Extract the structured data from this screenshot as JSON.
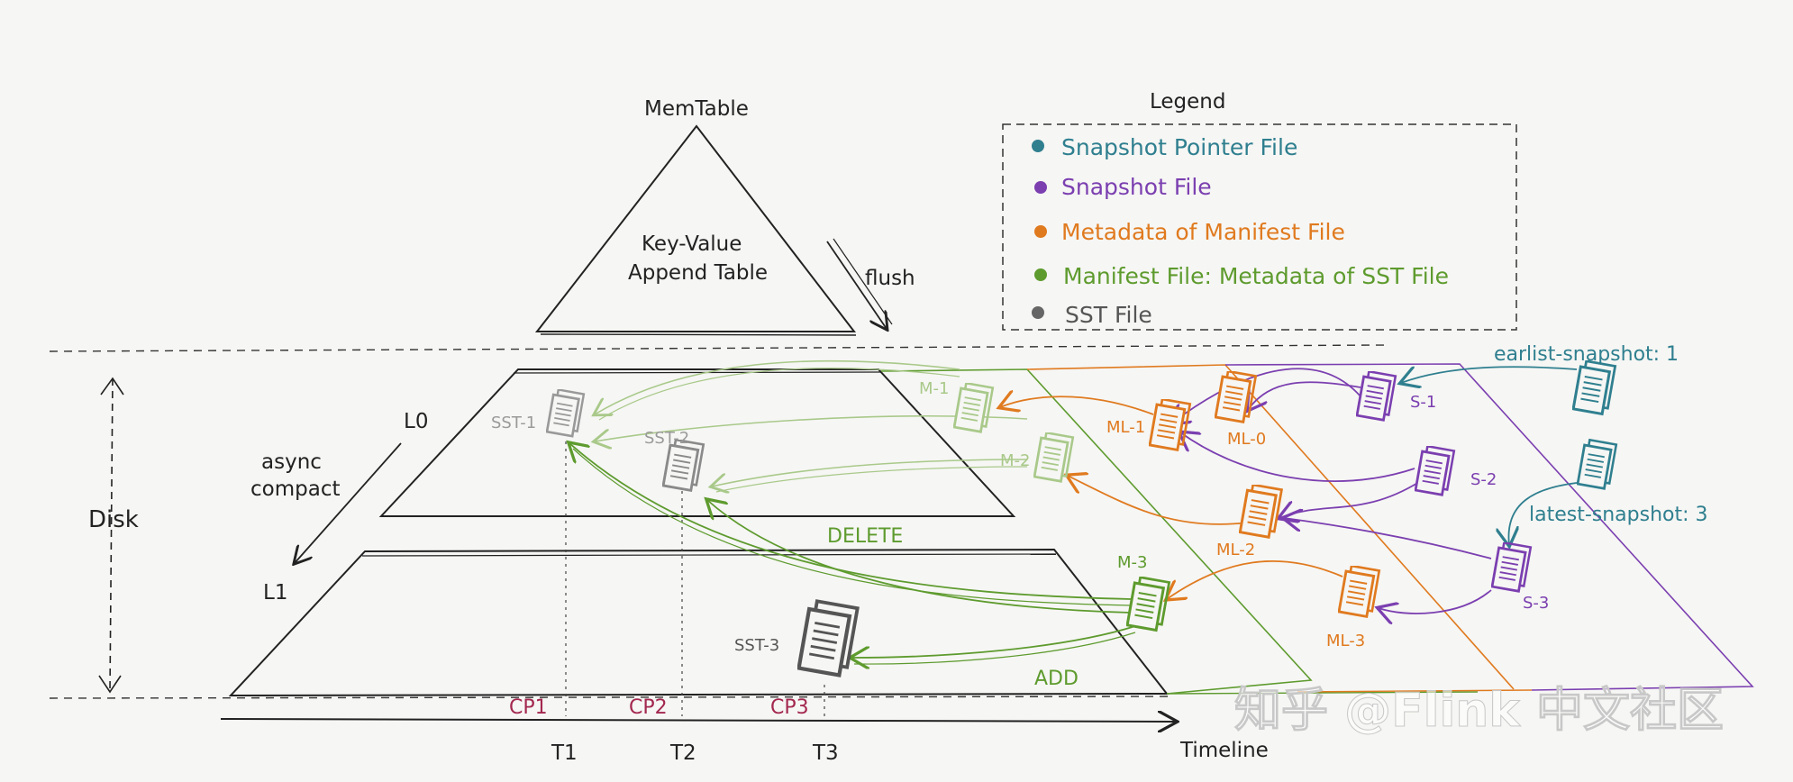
{
  "diagram": {
    "memtable": {
      "title": "MemTable",
      "body_line1": "Key-Value",
      "body_line2": "Append Table",
      "flush_label": "flush"
    },
    "levels": {
      "l0": "L0",
      "l1": "L1",
      "async_line1": "async",
      "async_line2": "compact",
      "disk": "Disk"
    },
    "sst_files": [
      "SST-1",
      "SST-2",
      "SST-3"
    ],
    "manifest_files": [
      "M-1",
      "M-2",
      "M-3"
    ],
    "manifest_lists": [
      "ML-1",
      "ML-0",
      "ML-2",
      "ML-3"
    ],
    "snapshots": [
      "S-1",
      "S-2",
      "S-3"
    ],
    "pointers": {
      "earliest": "earlist-snapshot: 1",
      "latest": "latest-snapshot: 3"
    },
    "operations": {
      "delete": "DELETE",
      "add": "ADD"
    },
    "checkpoints": [
      "CP1",
      "CP2",
      "CP3"
    ],
    "times": [
      "T1",
      "T2",
      "T3"
    ],
    "timeline": "Timeline",
    "legend": {
      "title": "Legend",
      "items": [
        {
          "label": "Snapshot Pointer File",
          "color": "#2f7f8f"
        },
        {
          "label": "Snapshot File",
          "color": "#7b3fb0"
        },
        {
          "label": "Metadata of Manifest File",
          "color": "#e07a1f"
        },
        {
          "label": "Manifest File: Metadata of SST File",
          "color": "#5e9b2e"
        },
        {
          "label": "SST File",
          "color": "#666666"
        }
      ]
    },
    "watermark": "知乎 @Flink 中文社区"
  },
  "colors": {
    "teal": "#2f7f8f",
    "purple": "#7b3fb0",
    "orange": "#e07a1f",
    "green": "#5e9b2e",
    "light_green": "#a9c98a",
    "gray": "#9a9a9a",
    "checkpoint": "#a3284f"
  }
}
